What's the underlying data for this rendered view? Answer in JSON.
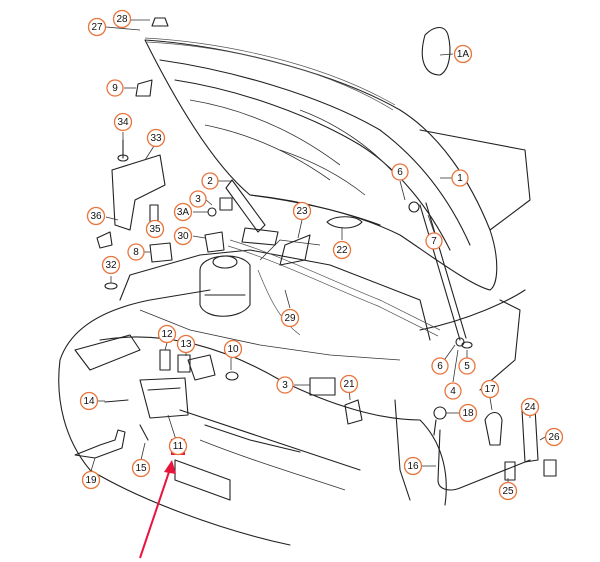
{
  "diagram": {
    "callouts": [
      {
        "id": "c27",
        "label": "27"
      },
      {
        "id": "c28",
        "label": "28"
      },
      {
        "id": "c9",
        "label": "9"
      },
      {
        "id": "c34",
        "label": "34"
      },
      {
        "id": "c33",
        "label": "33"
      },
      {
        "id": "c36",
        "label": "36"
      },
      {
        "id": "c35",
        "label": "35"
      },
      {
        "id": "c8",
        "label": "8"
      },
      {
        "id": "c32",
        "label": "32"
      },
      {
        "id": "c2",
        "label": "2"
      },
      {
        "id": "c3",
        "label": "3"
      },
      {
        "id": "c3A",
        "label": "3A"
      },
      {
        "id": "c30",
        "label": "30"
      },
      {
        "id": "c23",
        "label": "23"
      },
      {
        "id": "c22",
        "label": "22"
      },
      {
        "id": "c29",
        "label": "29"
      },
      {
        "id": "c12",
        "label": "12"
      },
      {
        "id": "c13",
        "label": "13"
      },
      {
        "id": "c10",
        "label": "10"
      },
      {
        "id": "c14",
        "label": "14"
      },
      {
        "id": "c11",
        "label": "11"
      },
      {
        "id": "c15",
        "label": "15"
      },
      {
        "id": "c19",
        "label": "19"
      },
      {
        "id": "c3b",
        "label": "3"
      },
      {
        "id": "c21",
        "label": "21"
      },
      {
        "id": "c1A",
        "label": "1A"
      },
      {
        "id": "c1",
        "label": "1"
      },
      {
        "id": "c6a",
        "label": "6"
      },
      {
        "id": "c7",
        "label": "7"
      },
      {
        "id": "c6b",
        "label": "6"
      },
      {
        "id": "c4",
        "label": "4"
      },
      {
        "id": "c5",
        "label": "5"
      },
      {
        "id": "c17",
        "label": "17"
      },
      {
        "id": "c18",
        "label": "18"
      },
      {
        "id": "c16",
        "label": "16"
      },
      {
        "id": "c24",
        "label": "24"
      },
      {
        "id": "c26",
        "label": "26"
      },
      {
        "id": "c25",
        "label": "25"
      }
    ],
    "highlight_color": "#e8143c",
    "callout_border_color": "#e8743b"
  }
}
